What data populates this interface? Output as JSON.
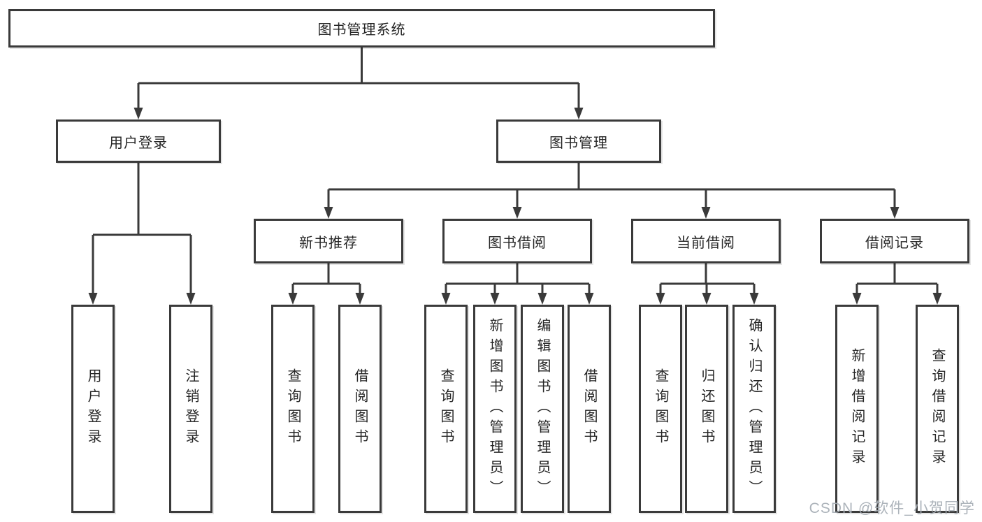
{
  "diagram": {
    "root": {
      "label": "图书管理系统"
    },
    "branches": [
      {
        "label": "用户登录",
        "leaves": [
          {
            "label": "用户登录"
          },
          {
            "label": "注销登录"
          }
        ]
      },
      {
        "label": "图书管理",
        "groups": [
          {
            "label": "新书推荐",
            "leaves": [
              {
                "label": "查询图书"
              },
              {
                "label": "借阅图书"
              }
            ]
          },
          {
            "label": "图书借阅",
            "leaves": [
              {
                "label": "查询图书"
              },
              {
                "label": "新增图书（管理员）"
              },
              {
                "label": "编辑图书（管理员）"
              },
              {
                "label": "借阅图书"
              }
            ]
          },
          {
            "label": "当前借阅",
            "leaves": [
              {
                "label": "查询图书"
              },
              {
                "label": "归还图书"
              },
              {
                "label": "确认归还（管理员）"
              }
            ]
          },
          {
            "label": "借阅记录",
            "leaves": [
              {
                "label": "新增借阅记录"
              },
              {
                "label": "查询借阅记录"
              }
            ]
          }
        ]
      }
    ]
  },
  "watermark": {
    "text": "CSDN @软件_小贺同学"
  },
  "colors": {
    "line": "#3a3a3a",
    "text": "#262626",
    "box_bg": "#ffffff",
    "watermark": "#a6adb5",
    "background": "#ffffff"
  }
}
